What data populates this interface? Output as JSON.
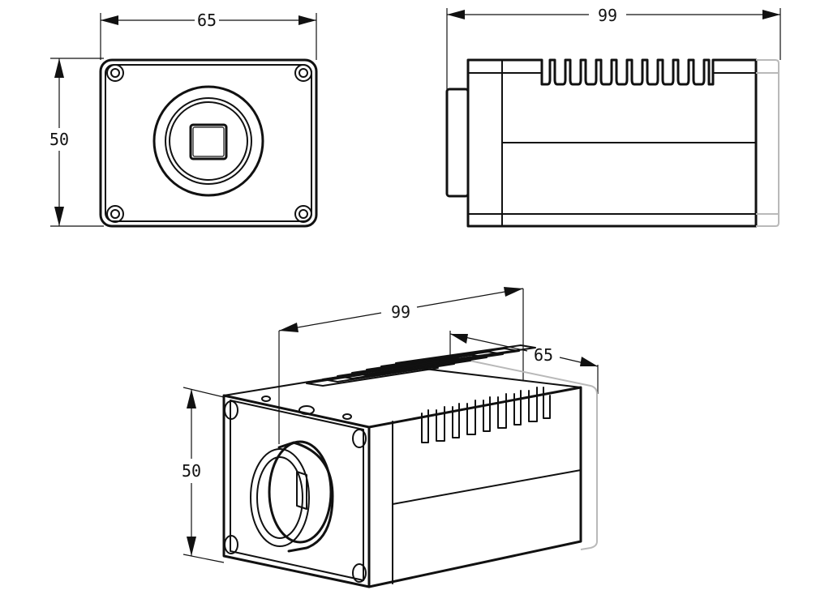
{
  "front_view": {
    "width_label": "65",
    "height_label": "50"
  },
  "side_view": {
    "length_label": "99"
  },
  "iso_view": {
    "length_label": "99",
    "width_label": "65",
    "height_label": "50"
  },
  "colors": {
    "line": "#111111",
    "ghost_line": "#b9b9b9",
    "background": "#ffffff"
  }
}
